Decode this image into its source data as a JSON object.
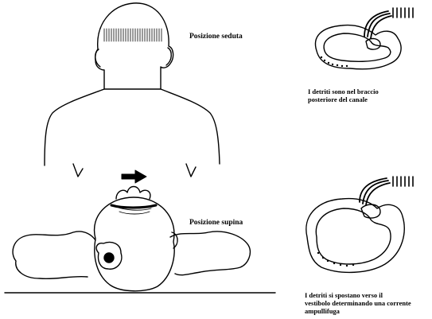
{
  "labels": {
    "sitting": "Posizione seduta",
    "supine": "Posizione supina"
  },
  "captions": {
    "top": [
      "I detriti sono nel braccio",
      "posteriore del canale"
    ],
    "bottom": [
      "I detriti si spostano verso il",
      "vestibolo determinando una corrente",
      "ampullifuga"
    ]
  },
  "icons": {
    "arrow": "right-arrow-icon"
  },
  "colors": {
    "ink": "#000000",
    "paper": "#ffffff"
  }
}
